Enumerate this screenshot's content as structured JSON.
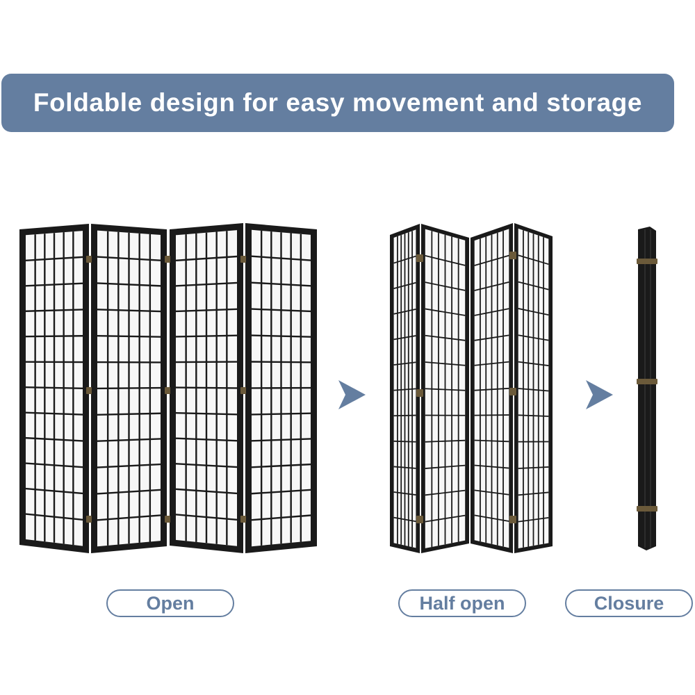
{
  "banner": {
    "title": "Foldable design for easy movement and storage"
  },
  "states": {
    "open_label": "Open",
    "half_open_label": "Half open",
    "closure_label": "Closure"
  },
  "colors": {
    "accent": "#647ea0",
    "frame": "#1a1a1a",
    "paper": "#f7f7f7",
    "hinge": "#6b5a3a"
  },
  "icons": {
    "arrow_1": "arrow-right-icon",
    "arrow_2": "arrow-right-icon"
  }
}
